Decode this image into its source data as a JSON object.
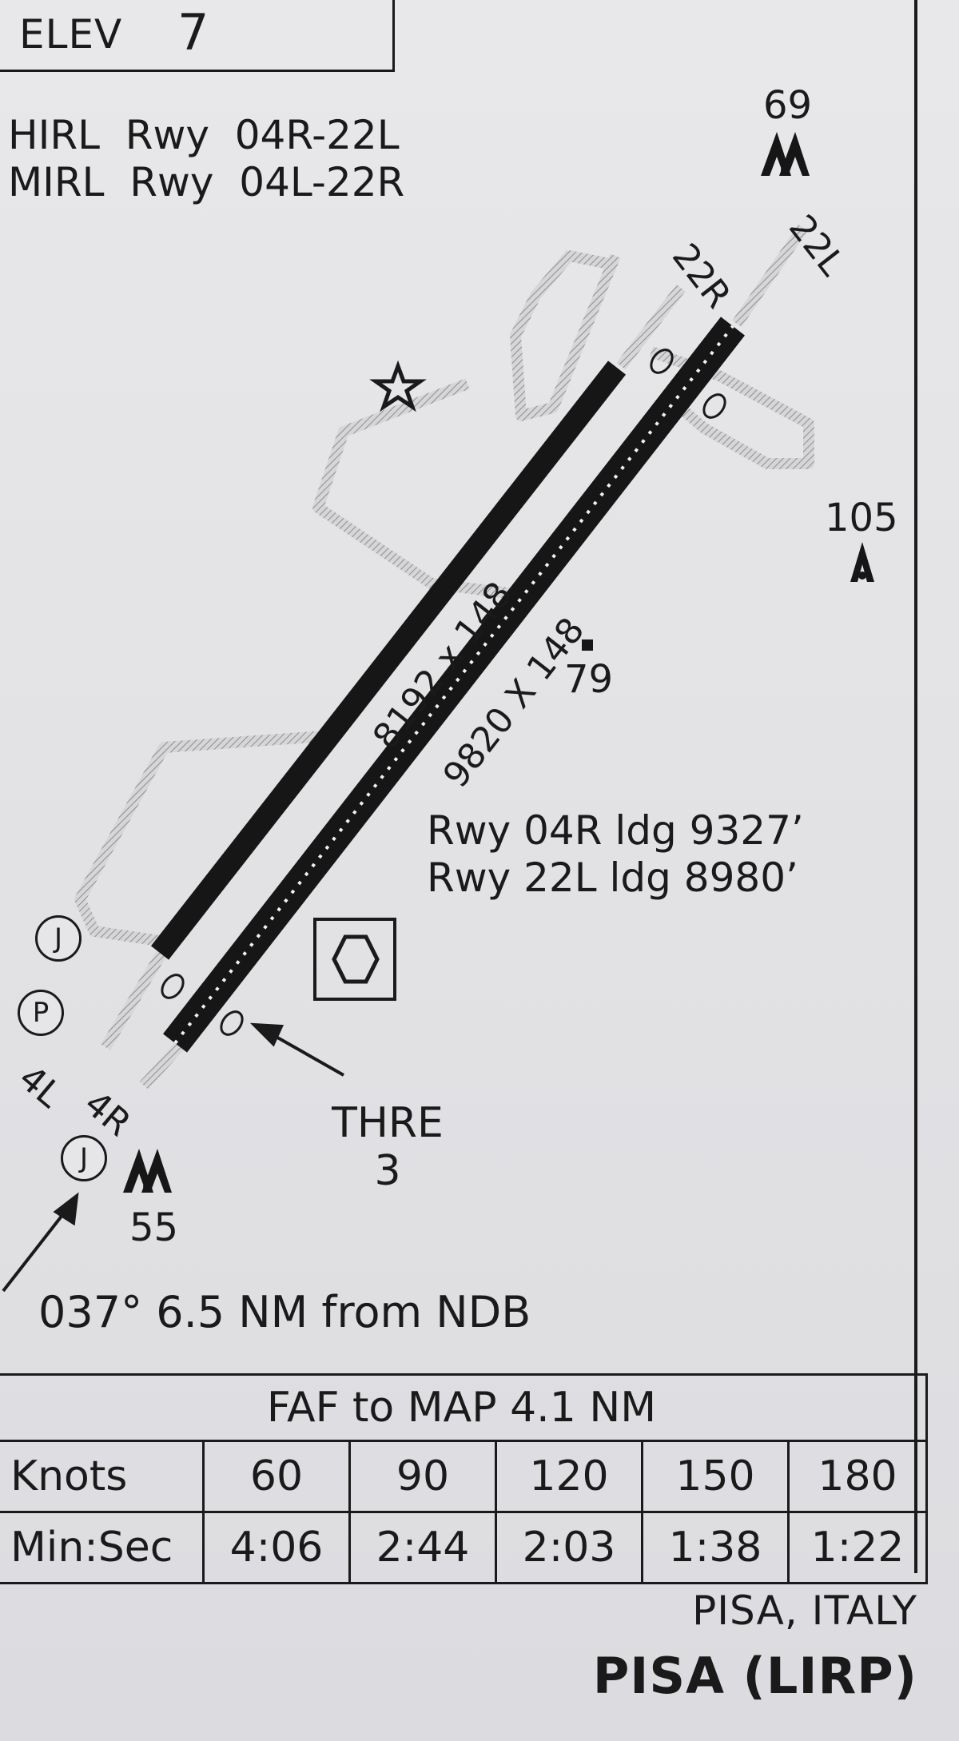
{
  "elevation": {
    "label": "ELEV",
    "value": "7"
  },
  "lighting": {
    "lines": [
      "HIRL  Rwy  04R-22L",
      "MIRL  Rwy  04L-22R"
    ]
  },
  "runways": {
    "left_dims": "8192 x 148",
    "right_dims": "9820 X 148",
    "labels": {
      "r22l": "22L",
      "r22r": "22R",
      "r04l": "4L",
      "r04r": "4R"
    }
  },
  "landing_distances": [
    "Rwy 04R ldg 9327’",
    "Rwy 22L ldg 8980’"
  ],
  "obstacles": {
    "n": "69",
    "e": "105",
    "mid": "79",
    "sw": "55"
  },
  "threshold_note": {
    "line1": "THRE",
    "line2": "3"
  },
  "markers": {
    "j_upper": "J",
    "p": "P",
    "j_lower": "J"
  },
  "ndb_fix": "037° 6.5 NM from NDB",
  "timing": {
    "title": "FAF to MAP 4.1 NM",
    "row1_label": "Knots",
    "row2_label": "Min:Sec",
    "knots": [
      "60",
      "90",
      "120",
      "150",
      "180"
    ],
    "times": [
      "4:06",
      "2:44",
      "2:03",
      "1:38",
      "1:22"
    ]
  },
  "location": {
    "city": "PISA, ITALY",
    "airport": "PISA (LIRP)"
  }
}
